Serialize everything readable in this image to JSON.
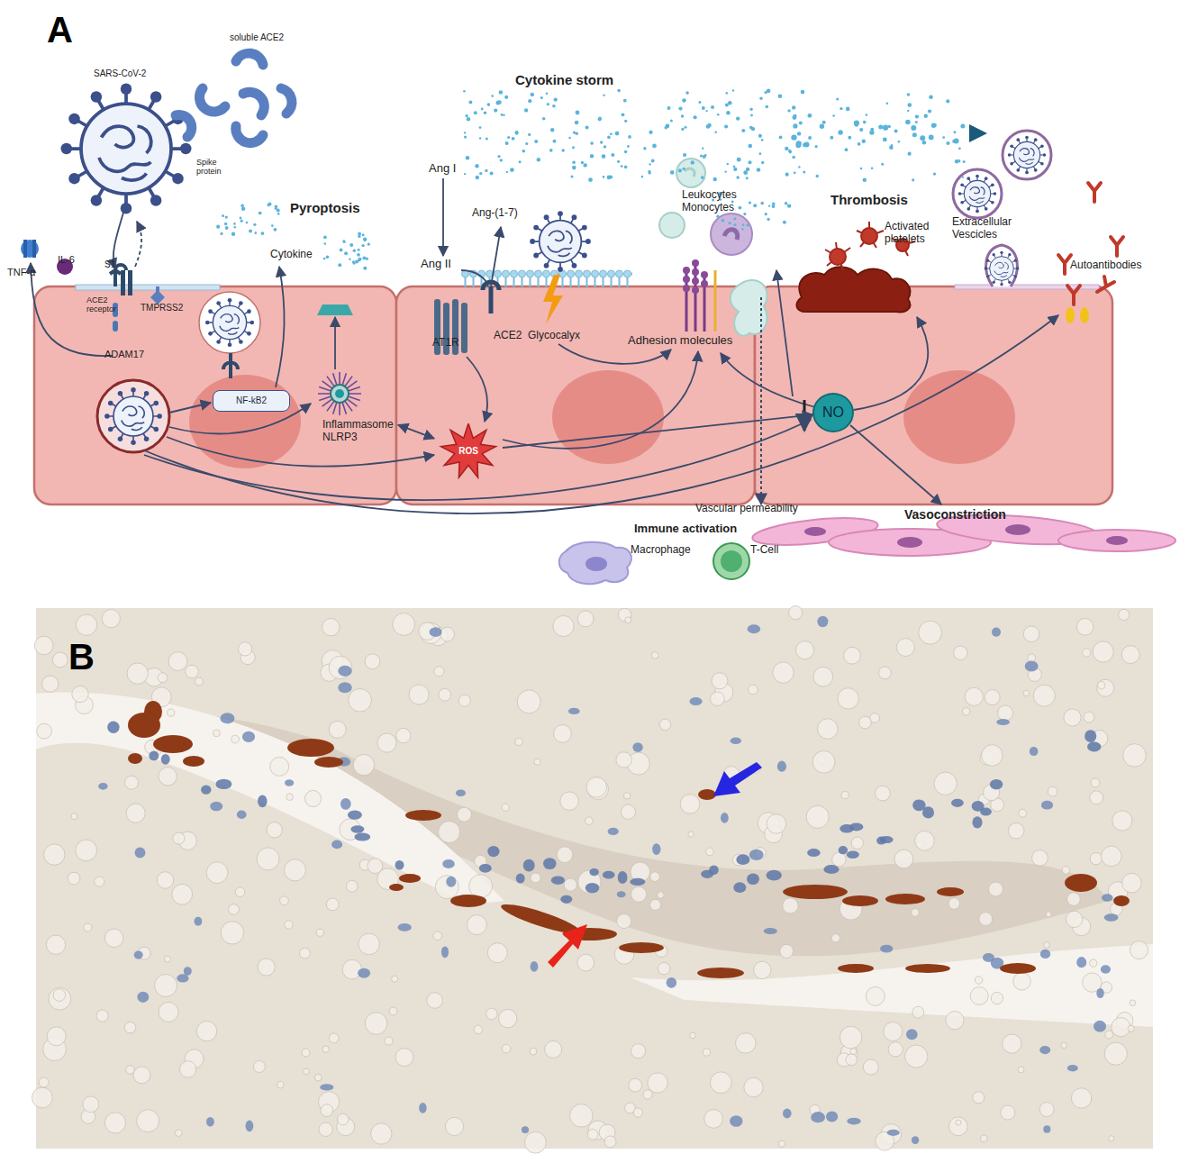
{
  "diagram": {
    "nodes": [
      {
        "text": [
          "NF-kB2"
        ]
      },
      {
        "text": [
          "Inflammasome NLRP3"
        ]
      },
      {
        "text": [
          "ROS"
        ]
      },
      {
        "text": [
          "NO"
        ]
      }
    ],
    "edges": [
      {
        "from": 1,
        "to": 2,
        "arrow": "both"
      },
      {
        "from": 2,
        "to": 3,
        "arrow": "to"
      }
    ],
    "labels": [
      "A",
      "SARS-CoV-2",
      "soluble ACE2",
      "Spike protein",
      "S1",
      "TNF-α",
      "IL-6",
      "ACE2 receptor",
      "TMPRSS2",
      "ADAM17",
      "Pyroptosis",
      "Cytokine",
      "Cytokine storm",
      "Ang I",
      "Ang-(1-7)",
      "Ang II",
      "AT1R",
      "ACE2",
      "Glycocalyx",
      "Adhesion molecules",
      "Leukocytes Monocytes",
      "Thrombosis",
      "Activated platelets",
      "Extracellular Vescicles",
      "Autoantibodies",
      "Vascular permeability",
      "Immune activation",
      "Macrophage",
      "T-Cell",
      "Vasoconstriction",
      "B"
    ]
  }
}
